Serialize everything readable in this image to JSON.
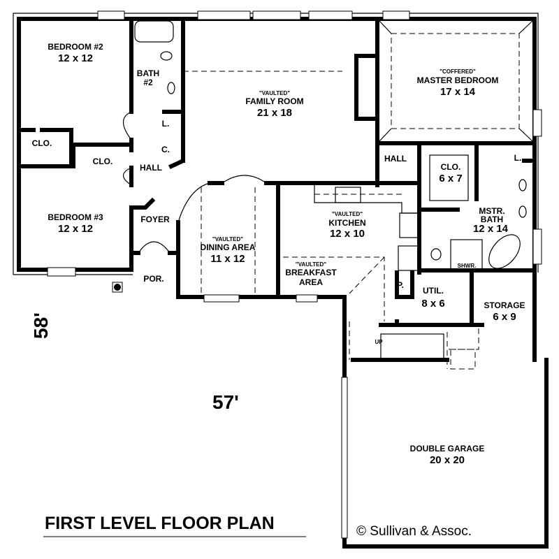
{
  "title": "FIRST LEVEL FLOOR PLAN",
  "copyright": "© Sullivan & Assoc.",
  "dimensions": {
    "width": "57'",
    "depth": "58'"
  },
  "rooms": {
    "bedroom2": {
      "name": "BEDROOM #2",
      "size": "12 x 12"
    },
    "bath2": {
      "name": "BATH",
      "name2": "#2"
    },
    "clo1": {
      "name": "CLO."
    },
    "clo2": {
      "name": "CLO."
    },
    "linen": {
      "name": "L."
    },
    "coat": {
      "name": "C."
    },
    "hall1": {
      "name": "HALL"
    },
    "bedroom3": {
      "name": "BEDROOM #3",
      "size": "12 x 12"
    },
    "foyer": {
      "name": "FOYER"
    },
    "porch": {
      "name": "POR."
    },
    "family": {
      "note": "\"VAULTED\"",
      "name": "FAMILY ROOM",
      "size": "21 x 18"
    },
    "dining": {
      "note": "\"VAULTED\"",
      "name": "DINING AREA",
      "size": "11 x 12"
    },
    "kitchen": {
      "note": "\"VAULTED\"",
      "name": "KITCHEN",
      "size": "12 x 10"
    },
    "breakfast": {
      "note": "\"VAULTED\"",
      "name": "BREAKFAST",
      "name2": "AREA"
    },
    "master": {
      "note": "\"COFFERED\"",
      "name": "MASTER BEDROOM",
      "size": "17 x 14"
    },
    "hall2": {
      "name": "HALL"
    },
    "masterclo": {
      "name": "CLO.",
      "size": "6 x 7"
    },
    "masterbath": {
      "name": "MSTR.",
      "name2": "BATH",
      "size": "12 x 14"
    },
    "linen2": {
      "name": "L."
    },
    "shower": {
      "name": "SHWR."
    },
    "pantry": {
      "name": "P."
    },
    "util": {
      "name": "UTIL.",
      "size": "8 x 6"
    },
    "storage": {
      "name": "STORAGE",
      "size": "6 x 9"
    },
    "stairs": {
      "name": "UP"
    },
    "garage": {
      "name": "DOUBLE GARAGE",
      "size": "20 x 20"
    }
  }
}
